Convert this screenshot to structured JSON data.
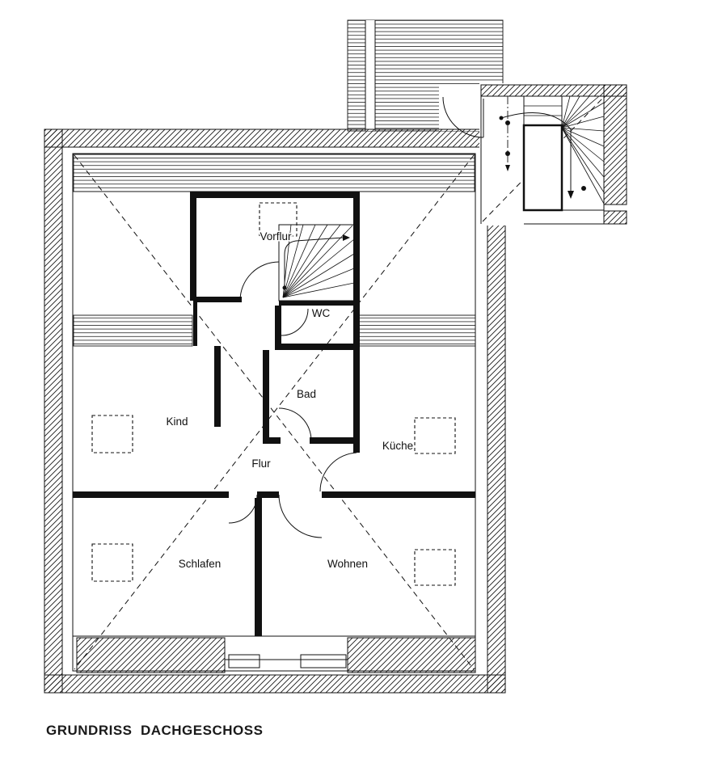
{
  "document": {
    "caption": "GRUNDRISS  DACHGESCHOSS"
  },
  "plan": {
    "rooms": [
      {
        "id": "vorflur",
        "label": "Vorflur"
      },
      {
        "id": "wc",
        "label": "WC"
      },
      {
        "id": "bad",
        "label": "Bad"
      },
      {
        "id": "kind",
        "label": "Kind"
      },
      {
        "id": "kueche",
        "label": "Küche"
      },
      {
        "id": "flur",
        "label": "Flur"
      },
      {
        "id": "schlafen",
        "label": "Schlafen"
      },
      {
        "id": "wohnen",
        "label": "Wohnen"
      }
    ],
    "colors": {
      "ink": "#111111",
      "background": "#ffffff"
    }
  }
}
